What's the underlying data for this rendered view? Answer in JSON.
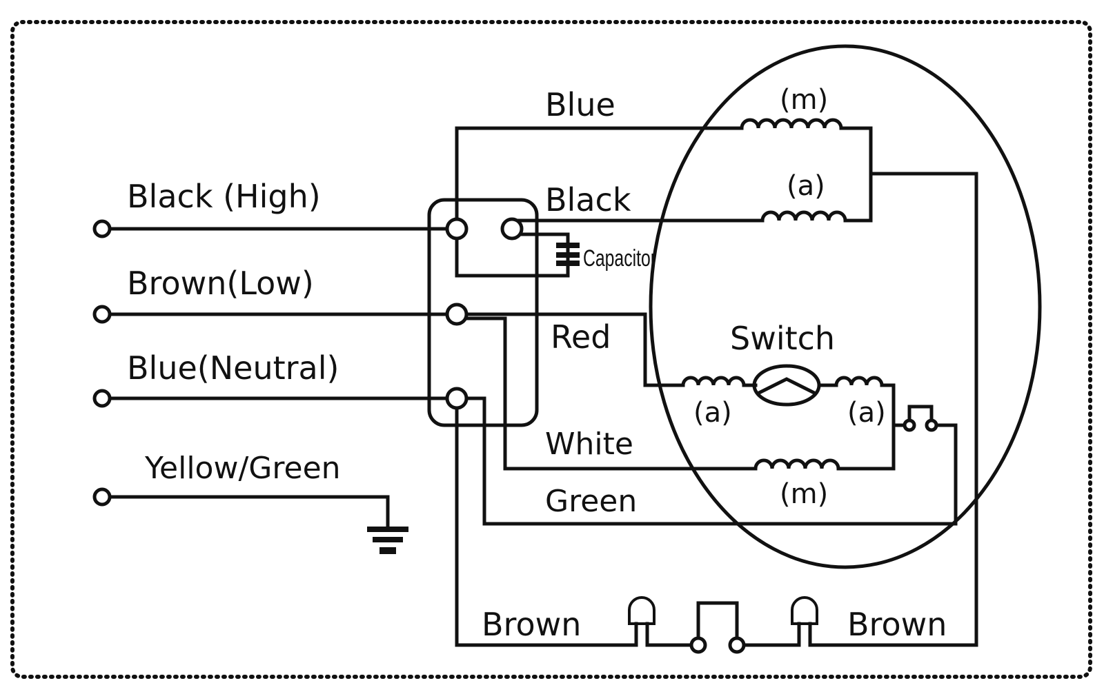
{
  "labels": {
    "black_high": "Black (High)",
    "brown_low": "Brown(Low)",
    "blue_neutral": "Blue(Neutral)",
    "yellow_green": "Yellow/Green",
    "blue": "Blue",
    "black": "Black",
    "capacitor": "Capacitor",
    "red": "Red",
    "white": "White",
    "green": "Green",
    "switch": "Switch",
    "brown_left": "Brown",
    "brown_right": "Brown",
    "coil_m_top": "(m)",
    "coil_a_top": "(a)",
    "coil_a_left": "(a)",
    "coil_a_right": "(a)",
    "coil_m_bottom": "(m)"
  }
}
